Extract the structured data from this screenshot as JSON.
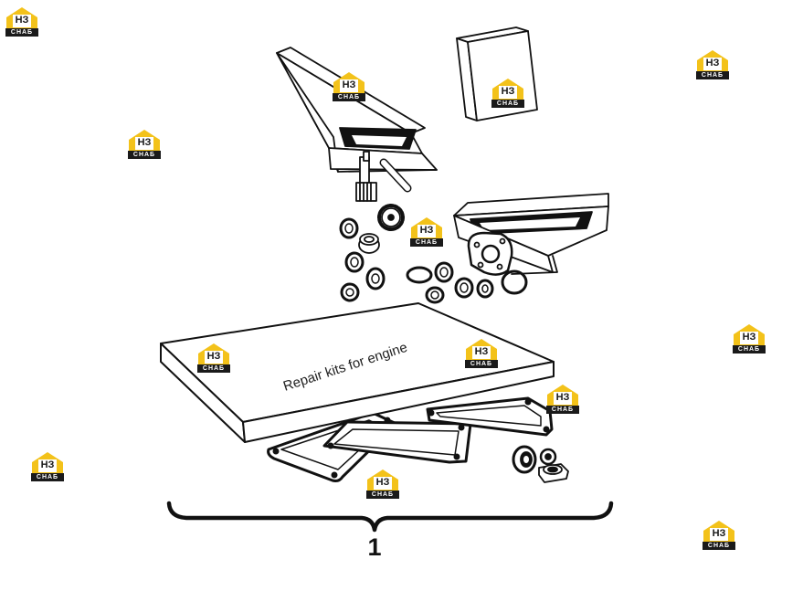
{
  "diagram": {
    "box_label": "Repair kits for engine",
    "callout_number": "1"
  },
  "watermark": {
    "monogram": "НЗ",
    "text": "CHAБ",
    "colors": {
      "yellow": "#f3c21a",
      "dark": "#1a1a1a"
    }
  }
}
